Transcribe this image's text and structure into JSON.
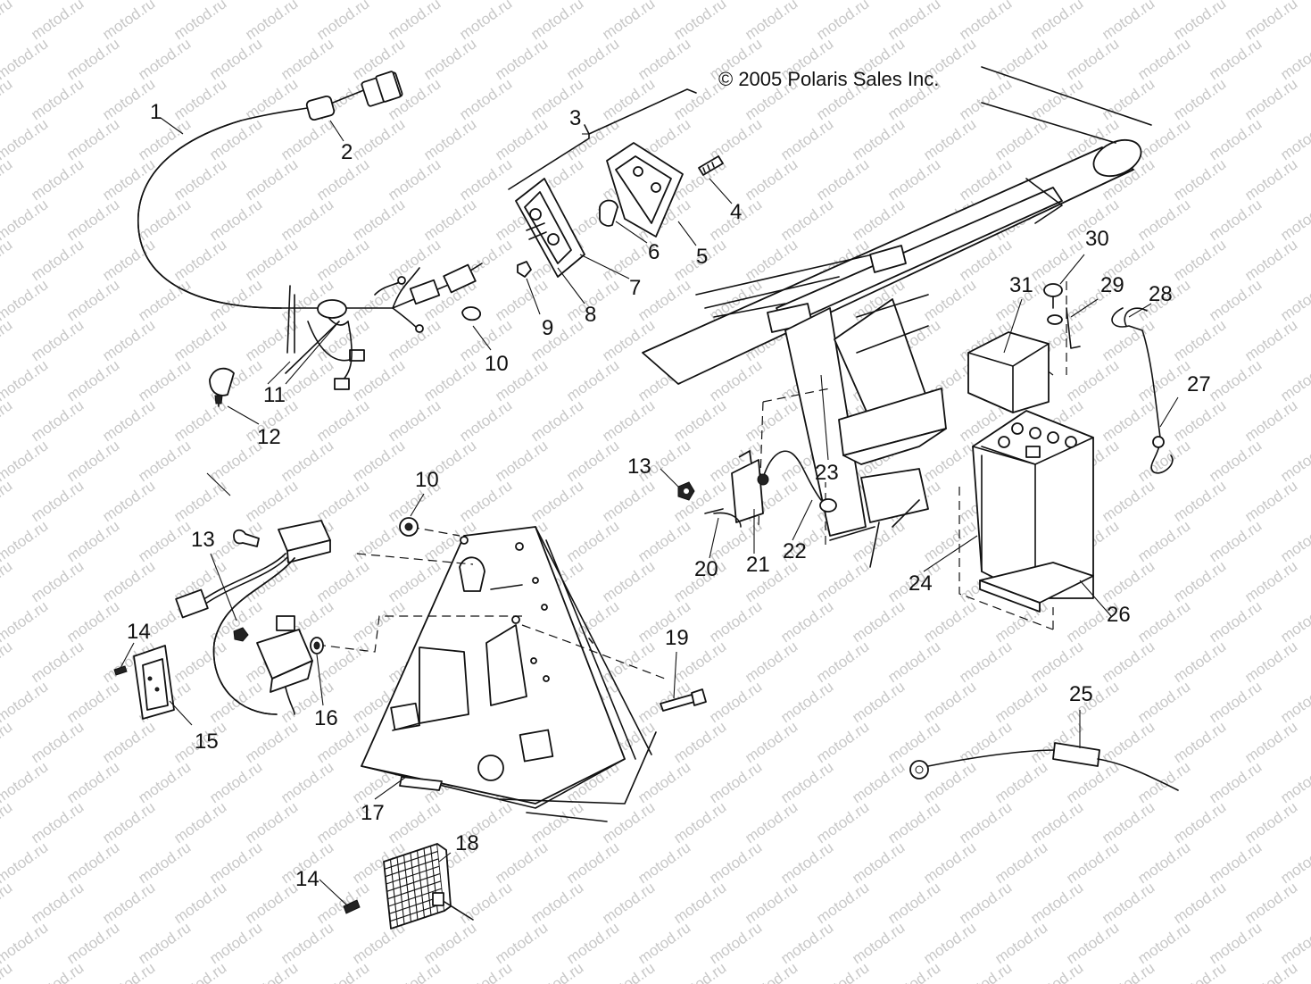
{
  "copyright": "© 2005 Polaris Sales Inc.",
  "watermark": "motod.ru",
  "callouts": {
    "c1": "1",
    "c2": "2",
    "c3": "3",
    "c4": "4",
    "c5": "5",
    "c6": "6",
    "c7": "7",
    "c8": "8",
    "c9": "9",
    "c10a": "10",
    "c10b": "10",
    "c11": "11",
    "c12": "12",
    "c13a": "13",
    "c13b": "13",
    "c14a": "14",
    "c14b": "14",
    "c15": "15",
    "c16": "16",
    "c17": "17",
    "c18": "18",
    "c19": "19",
    "c20": "20",
    "c21": "21",
    "c22": "22",
    "c23": "23",
    "c24": "24",
    "c25": "25",
    "c26": "26",
    "c27": "27",
    "c28": "28",
    "c29": "29",
    "c30": "30",
    "c31": "31"
  }
}
